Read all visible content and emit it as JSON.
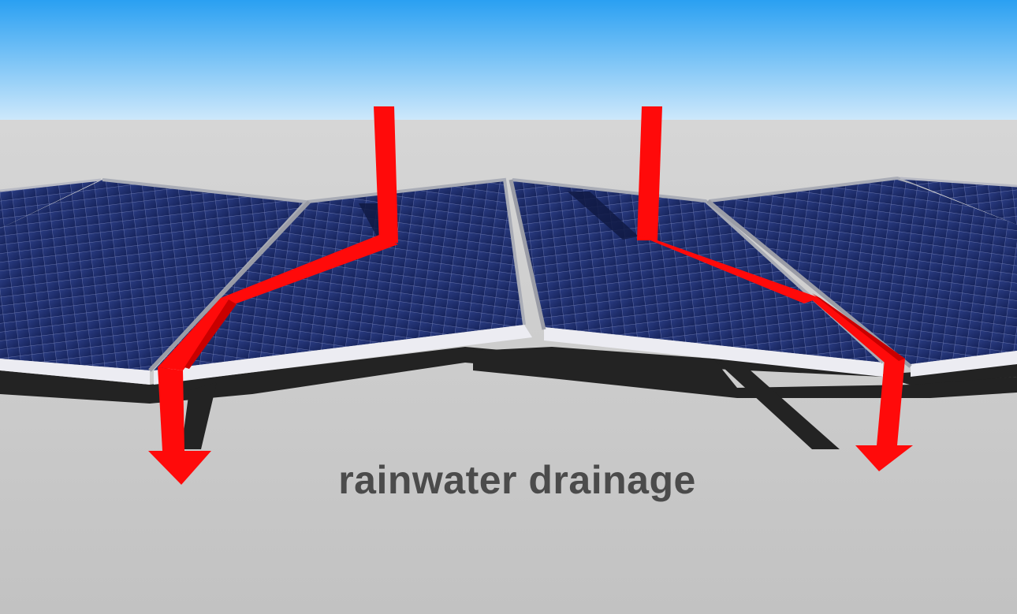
{
  "caption": "rainwater drainage",
  "colors": {
    "sky_top": "#2ea3f2",
    "sky_bottom": "#c9e6fb",
    "ground": "#c8c8c8",
    "panel_cells": "#1f2f6e",
    "panel_grid": "#8a96c8",
    "panel_frame": "#a9acb6",
    "frame_front": "#ececf2",
    "shadow": "#222222",
    "water_flow": "#ff0a0a",
    "caption_text": "#4b4b4b"
  },
  "icons": [
    "rain-flow-arrow-left",
    "rain-flow-arrow-right"
  ]
}
